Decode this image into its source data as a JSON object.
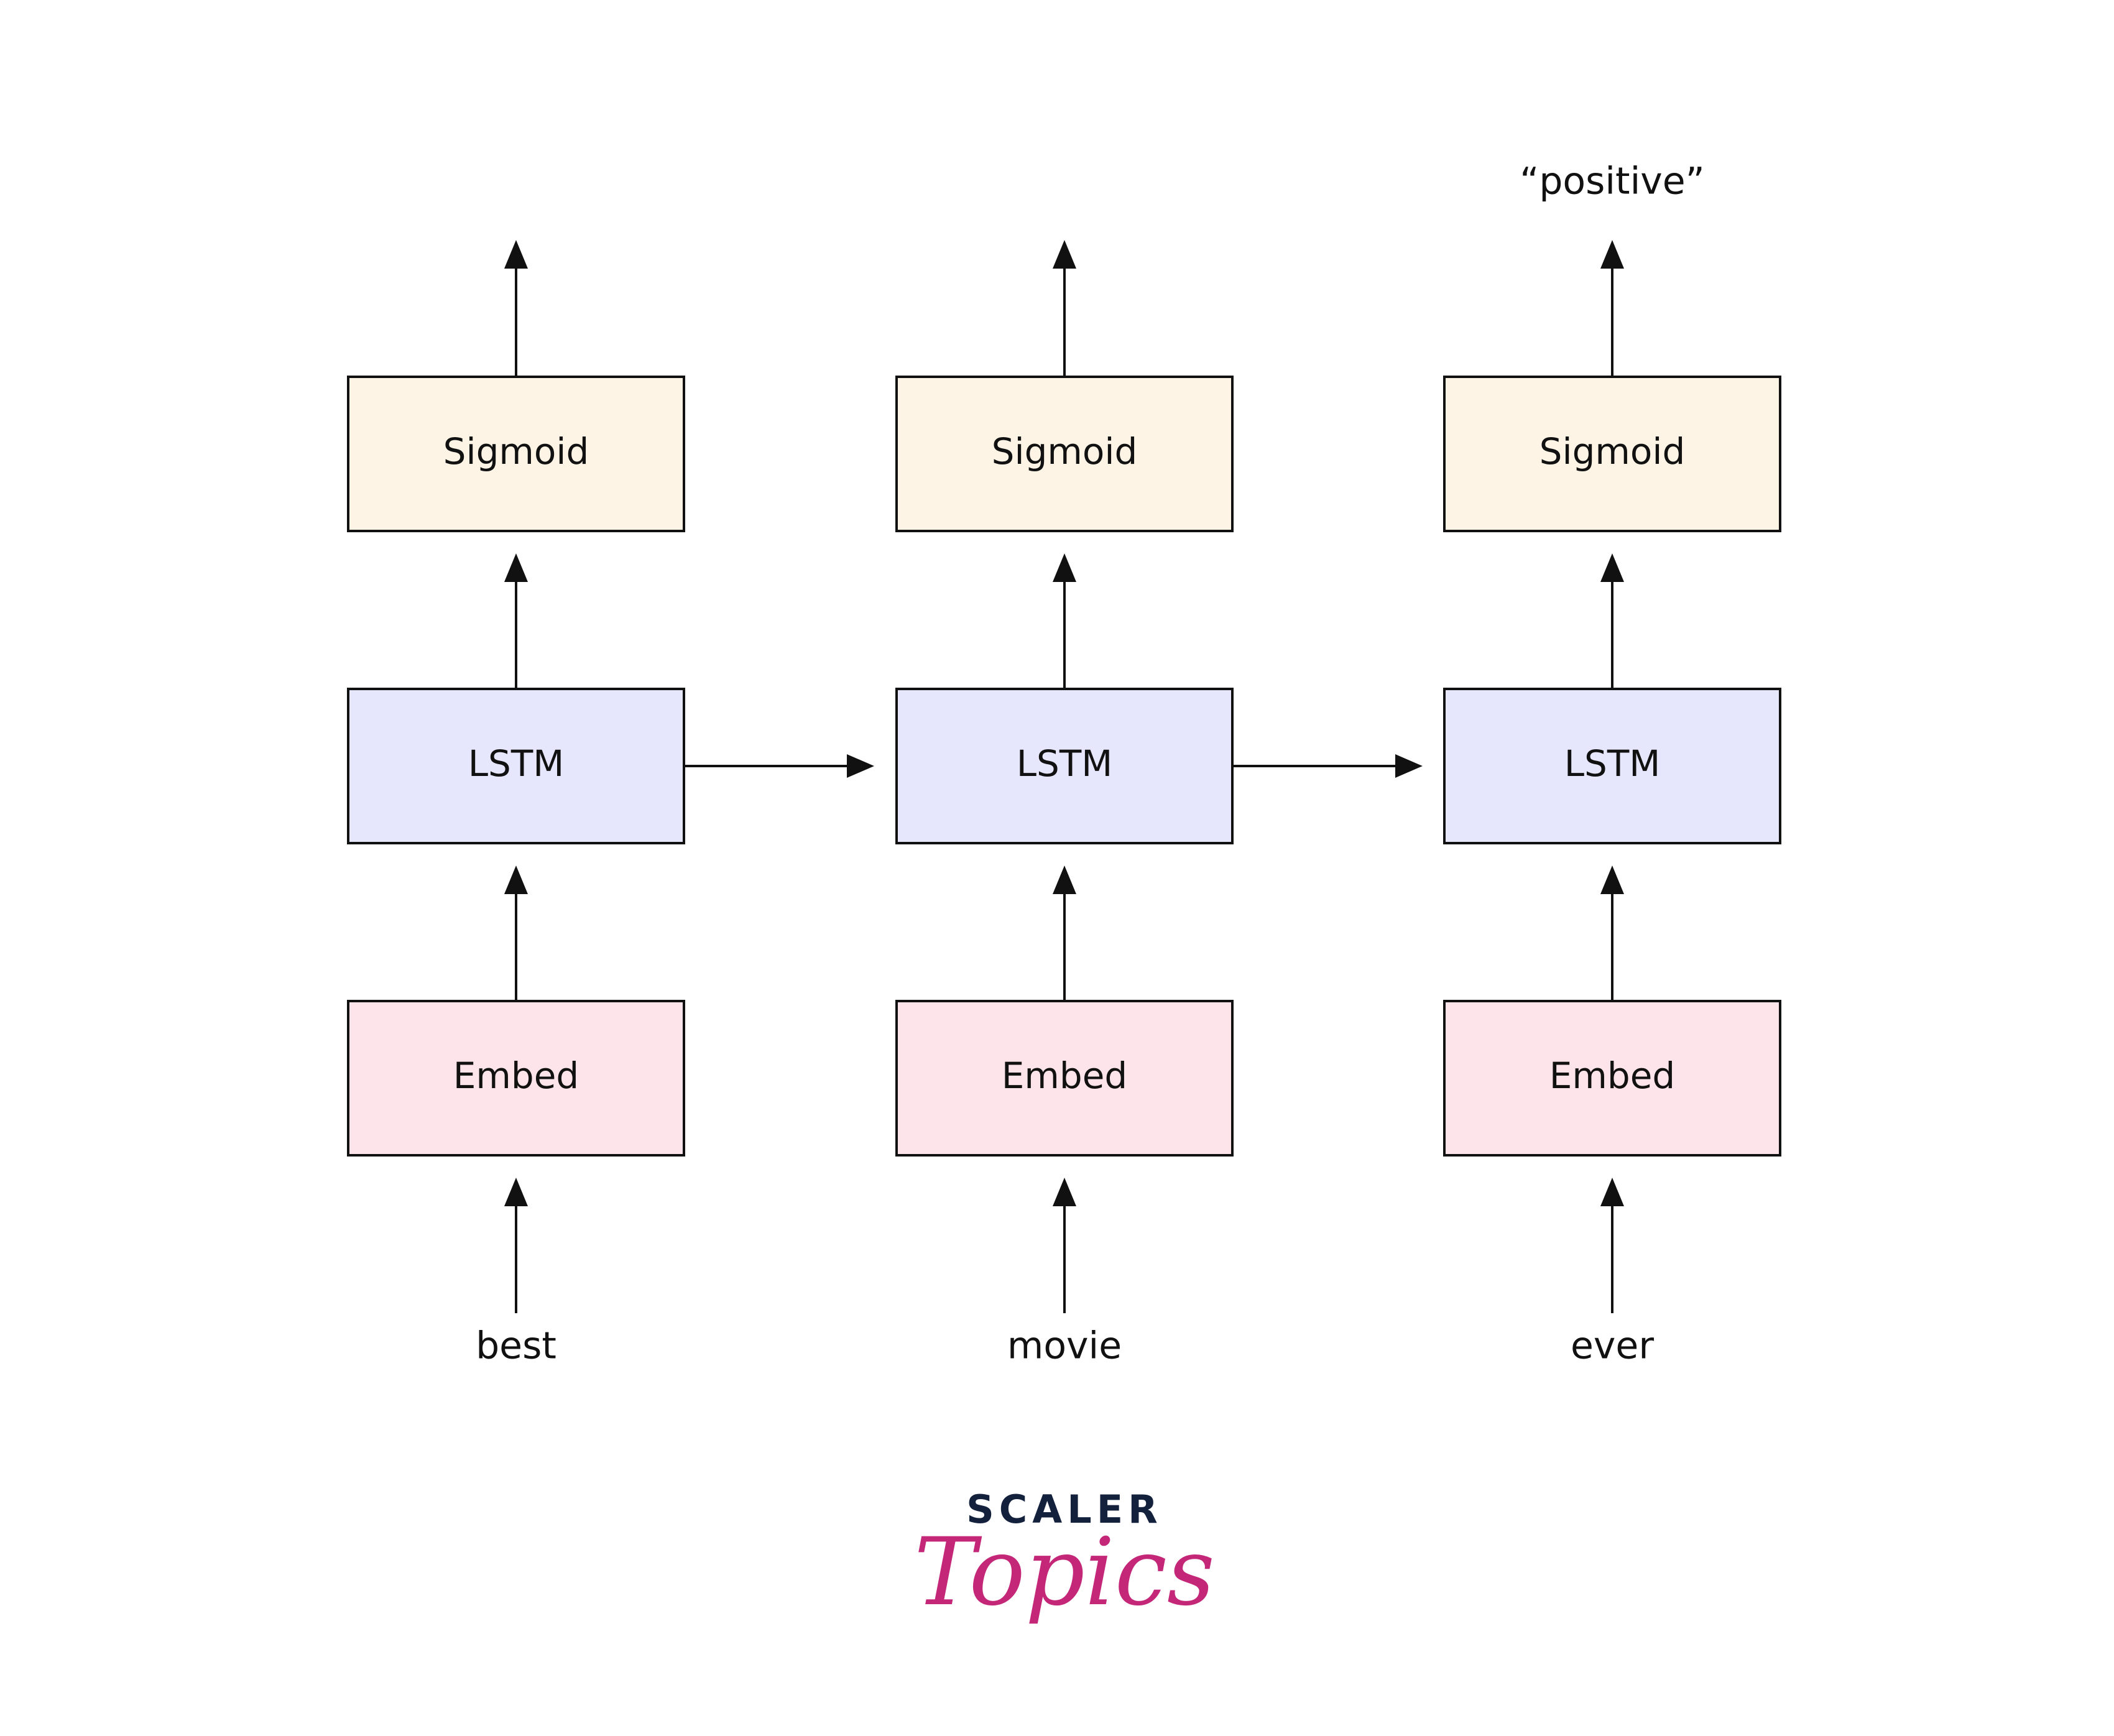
{
  "colors": {
    "sigmoid_fill": "#FEF4E6",
    "lstm_fill": "#E6E6FD",
    "embed_fill": "#FDE4EA",
    "stroke": "#111111",
    "logo_dark": "#14213D",
    "logo_accent": "#C42778"
  },
  "columns": [
    {
      "input": "best",
      "embed": "Embed",
      "lstm": "LSTM",
      "sigmoid": "Sigmoid",
      "output": ""
    },
    {
      "input": "movie",
      "embed": "Embed",
      "lstm": "LSTM",
      "sigmoid": "Sigmoid",
      "output": ""
    },
    {
      "input": "ever",
      "embed": "Embed",
      "lstm": "LSTM",
      "sigmoid": "Sigmoid",
      "output": "“positive”"
    }
  ],
  "logo": {
    "top": "SCALER",
    "bottom": "Topics"
  }
}
